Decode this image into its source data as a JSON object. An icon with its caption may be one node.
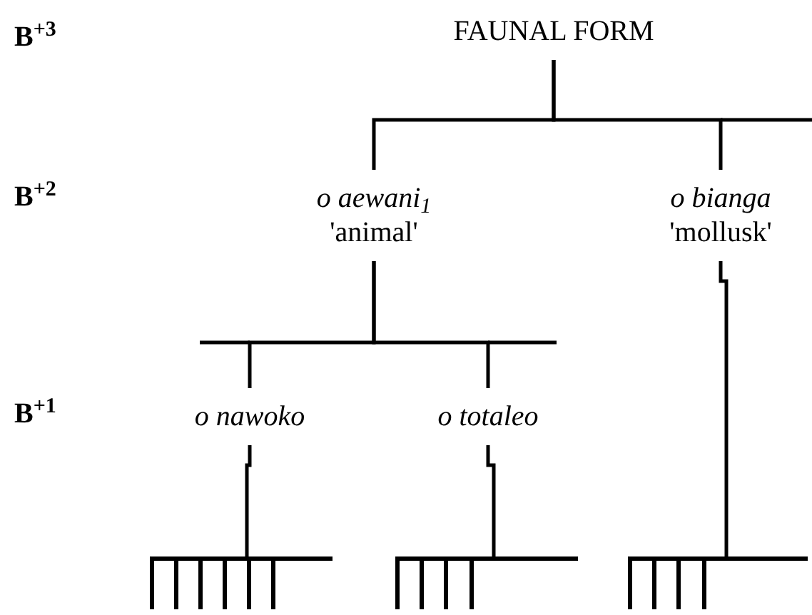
{
  "diagram": {
    "nodes": [
      {
        "text": [
          "FAUNAL FORM"
        ]
      },
      {
        "text": [
          "o aewani$_{1}$",
          "'animal'"
        ]
      },
      {
        "text": [
          "o bianga",
          "'mollusk'"
        ]
      },
      {
        "text": [
          "o nawoko"
        ]
      },
      {
        "text": [
          "o totaleo"
        ]
      },
      {
        "text": [],
        "shape": "comb"
      },
      {
        "text": [],
        "shape": "comb"
      },
      {
        "text": [],
        "shape": "comb"
      }
    ],
    "edges": [
      {
        "from": 0,
        "to": 1,
        "arrow": "none"
      },
      {
        "from": 0,
        "to": 2,
        "arrow": "none"
      },
      {
        "from": 1,
        "to": 3,
        "arrow": "none"
      },
      {
        "from": 1,
        "to": 4,
        "arrow": "none"
      },
      {
        "from": 3,
        "to": 5,
        "arrow": "none"
      },
      {
        "from": 4,
        "to": 6,
        "arrow": "none"
      },
      {
        "from": 2,
        "to": 7,
        "arrow": "none"
      }
    ],
    "labels": [
      "B$^{+3}$",
      "B$^{+2}$",
      "B$^{+1}$"
    ]
  }
}
